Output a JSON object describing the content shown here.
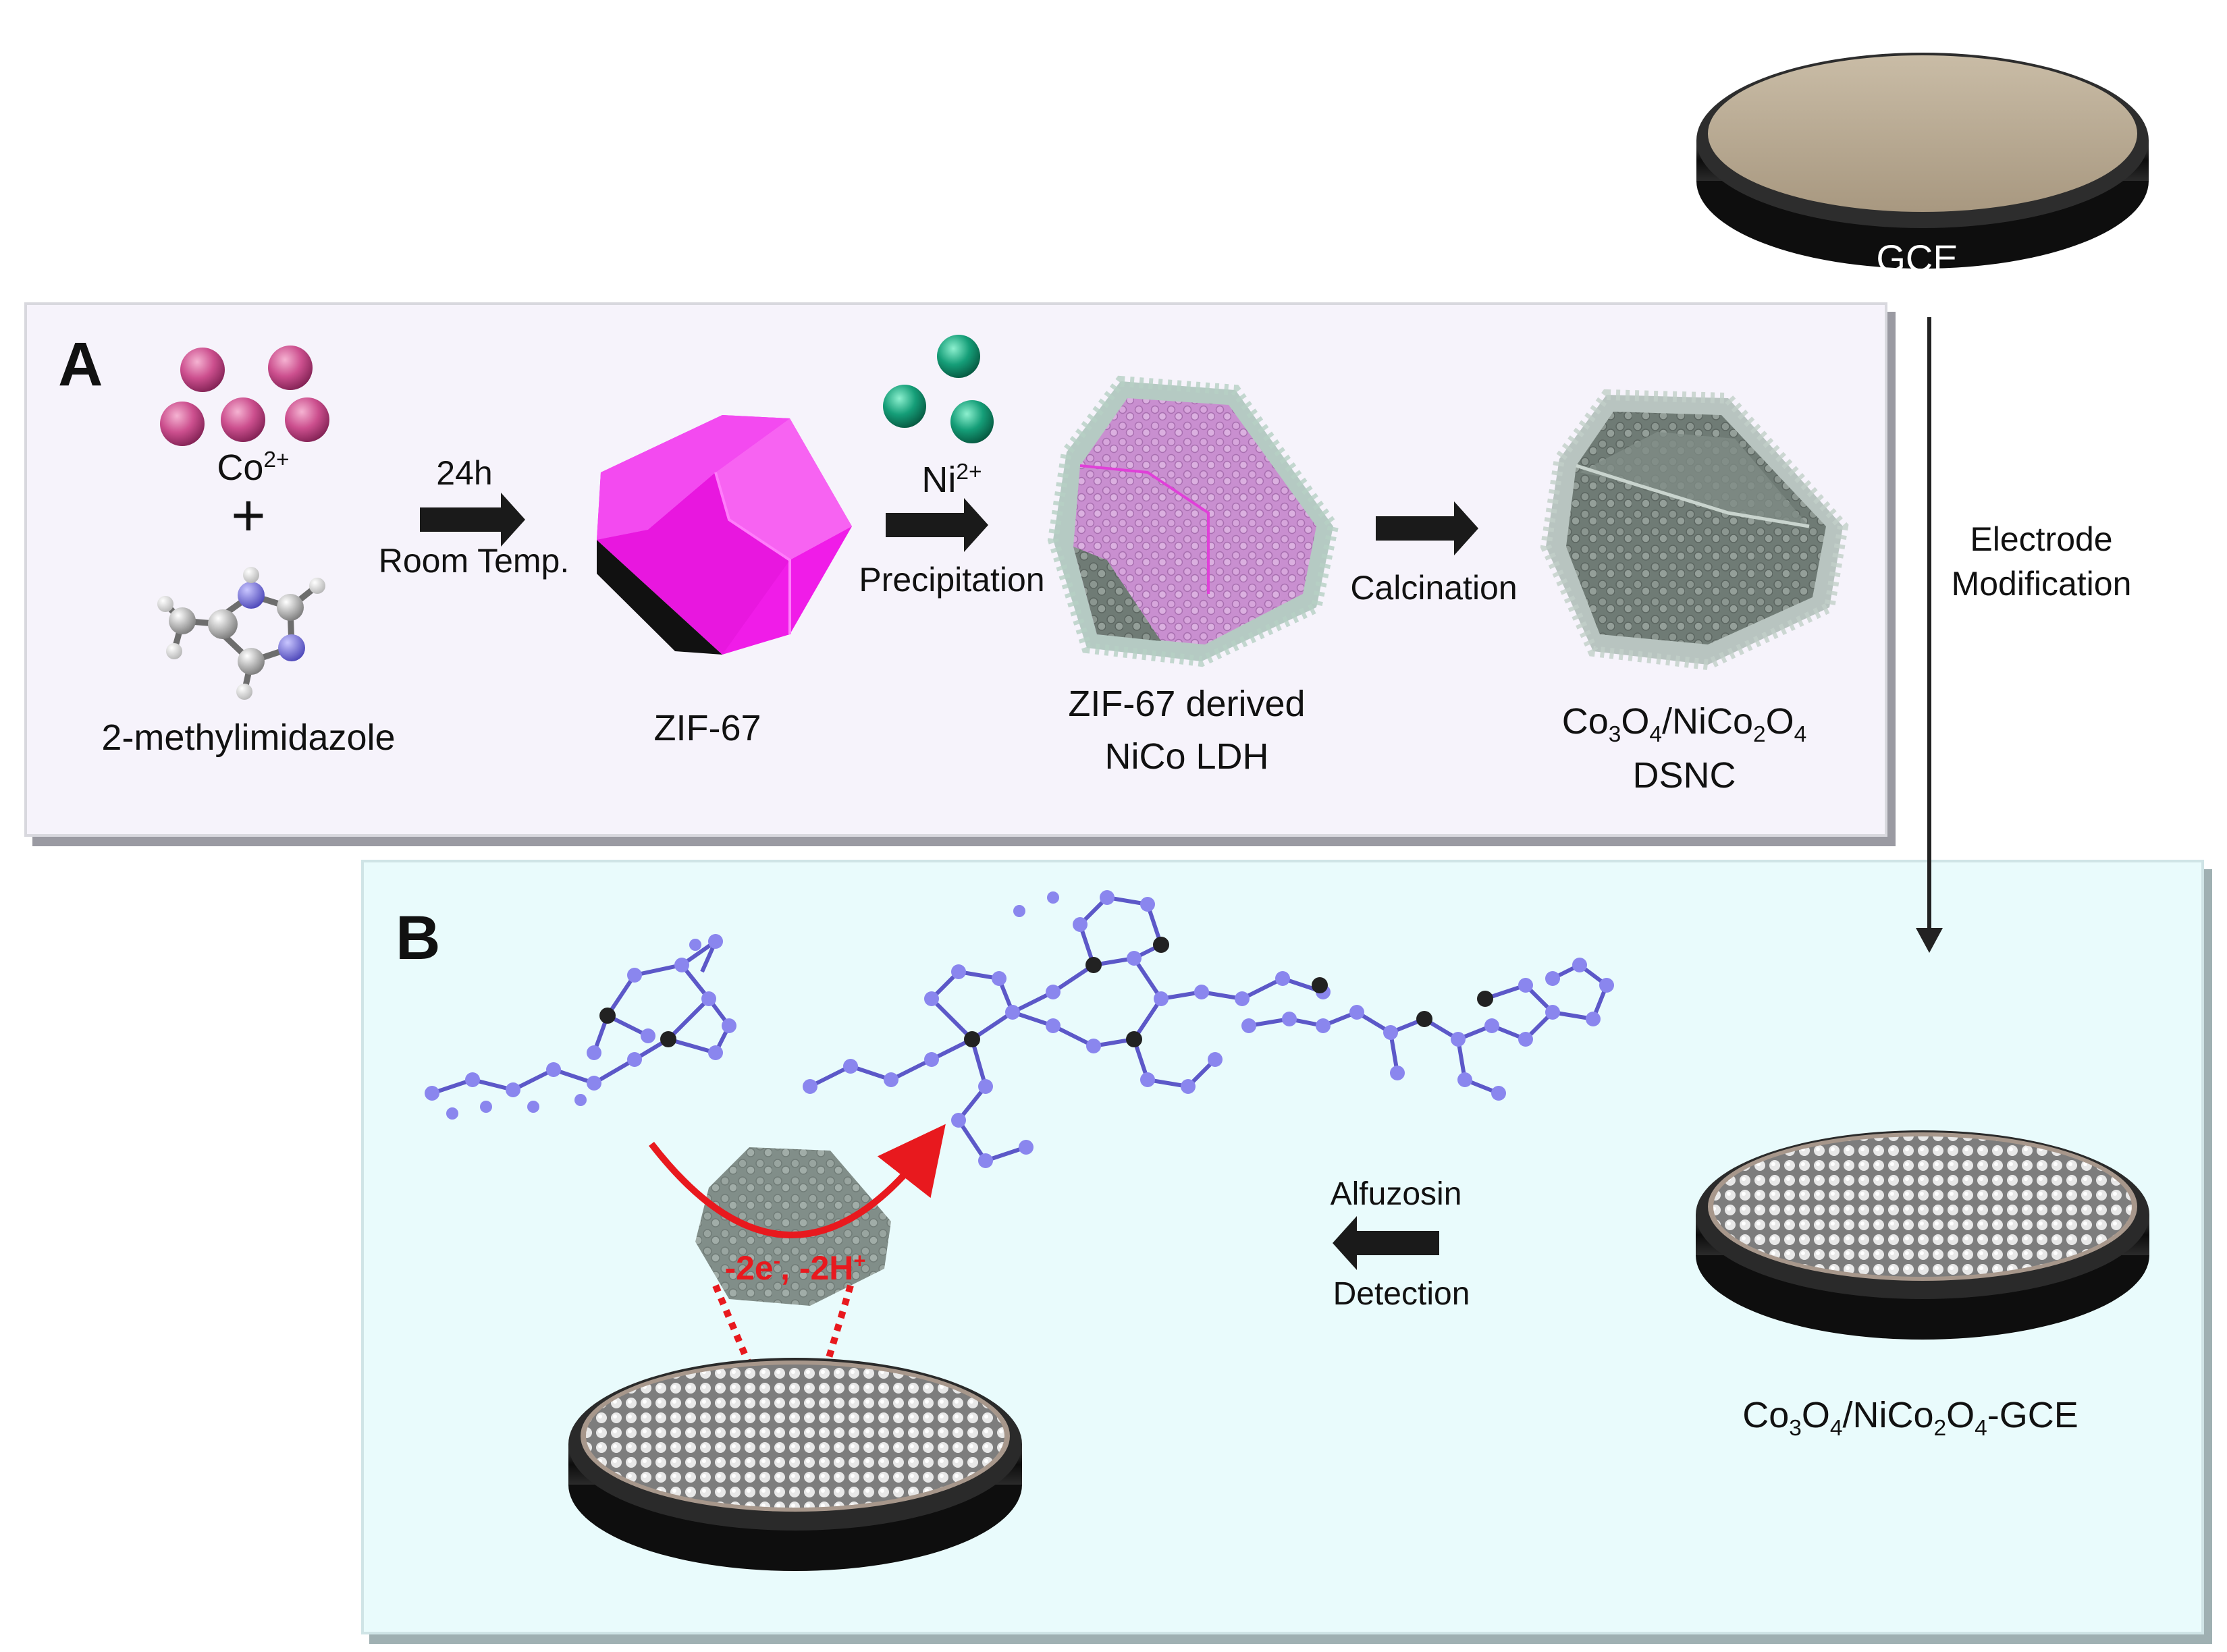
{
  "panel_a": {
    "letter": "A",
    "cobalt_ion": {
      "symbol": "Co",
      "charge": "2+"
    },
    "plus_sign": "+",
    "linker_label": "2-methylimidazole",
    "step1": {
      "top": "24h",
      "bottom": "Room Temp."
    },
    "zif_label": "ZIF-67",
    "nickel_ion": {
      "symbol": "Ni",
      "charge": "2+"
    },
    "step2_label": "Precipitation",
    "ldh_label_line1": "ZIF-67  derived",
    "ldh_label_line2": "NiCo LDH",
    "step3_label": "Calcination",
    "dsnc_label": {
      "co": "Co",
      "s1": "3",
      "o1": "O",
      "s2": "4",
      "mid": "/NiCo",
      "s3": "2",
      "o2": "O",
      "s4": "4"
    },
    "dsnc_line2": "DSNC"
  },
  "gce": {
    "label": "GCE",
    "arrow_label_line1": "Electrode",
    "arrow_label_line2": "Modification"
  },
  "panel_b": {
    "letter": "B",
    "reaction_label": {
      "a": "-2e",
      "a_sup": "-",
      "b": ", -2H",
      "b_sup": "+"
    },
    "analyte_line1": "Alfuzosin",
    "analyte_line2": "Detection",
    "modified_electrode_label": {
      "co": "Co",
      "s1": "3",
      "o1": "O",
      "s2": "4",
      "mid": "/NiCo",
      "s3": "2",
      "o2": "O",
      "s4": "4",
      "tail": "-GCE"
    }
  },
  "colors": {
    "cobalt_sphere": "#cc4f8e",
    "nickel_sphere": "#159e78",
    "zif_magenta": "#f01ce8",
    "panel_a_bg": "#f6f3fb",
    "panel_b_bg": "#e9fbfc",
    "gce_top": "#b7a891",
    "arrow_dark": "#1a1a1a",
    "reaction_red": "#e8191e",
    "molecule_blue": "#7b76e0"
  }
}
